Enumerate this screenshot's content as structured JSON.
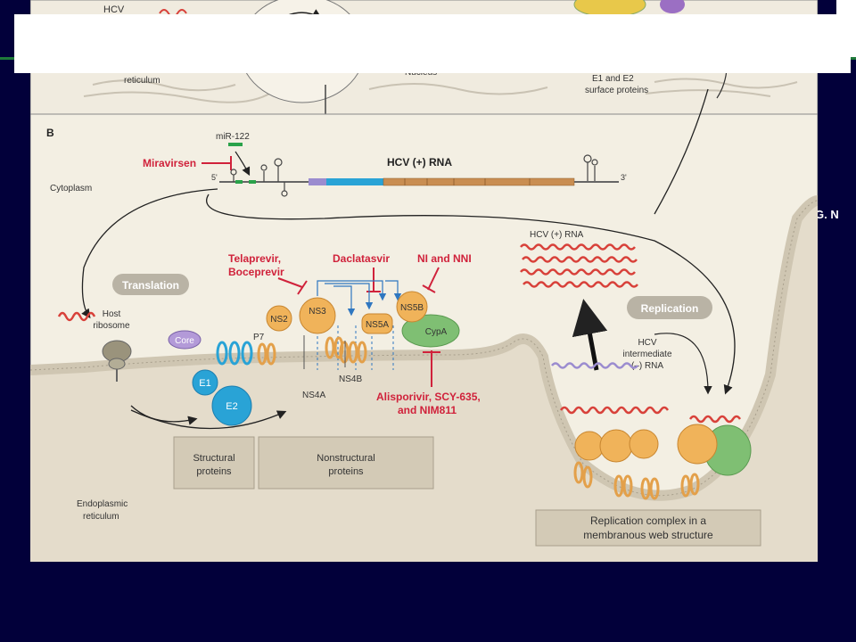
{
  "credit": "G. N",
  "panel_a": {
    "hcv": "HCV",
    "reticulum": "reticulum",
    "nucleus": "Nucleus",
    "e1e2_line1": "E1 and E2",
    "e1e2_line2": "surface proteins"
  },
  "panel_b": {
    "label": "B",
    "mir122": "miR-122",
    "miravirsen": "Miravirsen",
    "rna_title": "HCV (+) RNA",
    "five_prime": "5'",
    "three_prime": "3'",
    "cytoplasm": "Cytoplasm",
    "telaprevir": "Telaprevir,",
    "boceprevir": "Boceprevir",
    "daclatasvir": "Daclatasvir",
    "ni_nni": "NI and NNI",
    "translation": "Translation",
    "host": "Host",
    "ribosome": "ribosome",
    "core": "Core",
    "p7": "P7",
    "ns2": "NS2",
    "ns3": "NS3",
    "ns5a": "NS5A",
    "ns5b": "NS5B",
    "cypa": "CypA",
    "e1": "E1",
    "e2": "E2",
    "ns4a": "NS4A",
    "ns4b": "NS4B",
    "alisporivir_1": "Alisporivir, SCY-635,",
    "alisporivir_2": "and NIM811",
    "structural_1": "Structural",
    "structural_2": "proteins",
    "nonstructural_1": "Nonstructural",
    "nonstructural_2": "proteins",
    "er_1": "Endoplasmic",
    "er_2": "reticulum",
    "hcv_plus": "HCV (+) RNA",
    "replication": "Replication",
    "intermediate_1": "HCV",
    "intermediate_2": "intermediate",
    "intermediate_3": "(–) RNA",
    "complex_1": "Replication complex in a",
    "complex_2": "membranous web structure"
  },
  "colors": {
    "background": "#02003a",
    "figure_bg": "#f3efe3",
    "inhibitor_red": "#d0223b",
    "protein_orange": "#f0b35a",
    "protein_blue": "#29a3d6",
    "cypa_green": "#7fbf73",
    "rna_red": "#d8413a",
    "rna_purple": "#9b8ccf",
    "mirna_green": "#2aa24a"
  }
}
